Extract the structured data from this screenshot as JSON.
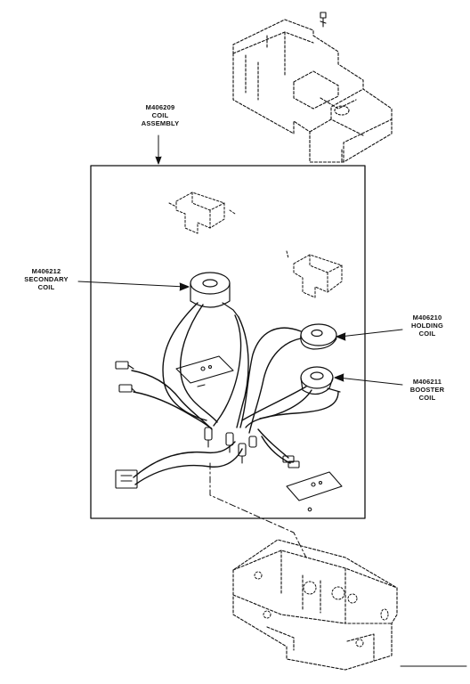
{
  "labels": {
    "coil_assembly": {
      "part": "M406209",
      "line1": "COIL",
      "line2": "ASSEMBLY"
    },
    "secondary_coil": {
      "part": "M406212",
      "line1": "SECONDARY",
      "line2": "COIL"
    },
    "holding_coil": {
      "part": "M406210",
      "line1": "HOLDING",
      "line2": "COIL"
    },
    "booster_coil": {
      "part": "M406211",
      "line1": "BOOSTER",
      "line2": "COIL"
    }
  }
}
